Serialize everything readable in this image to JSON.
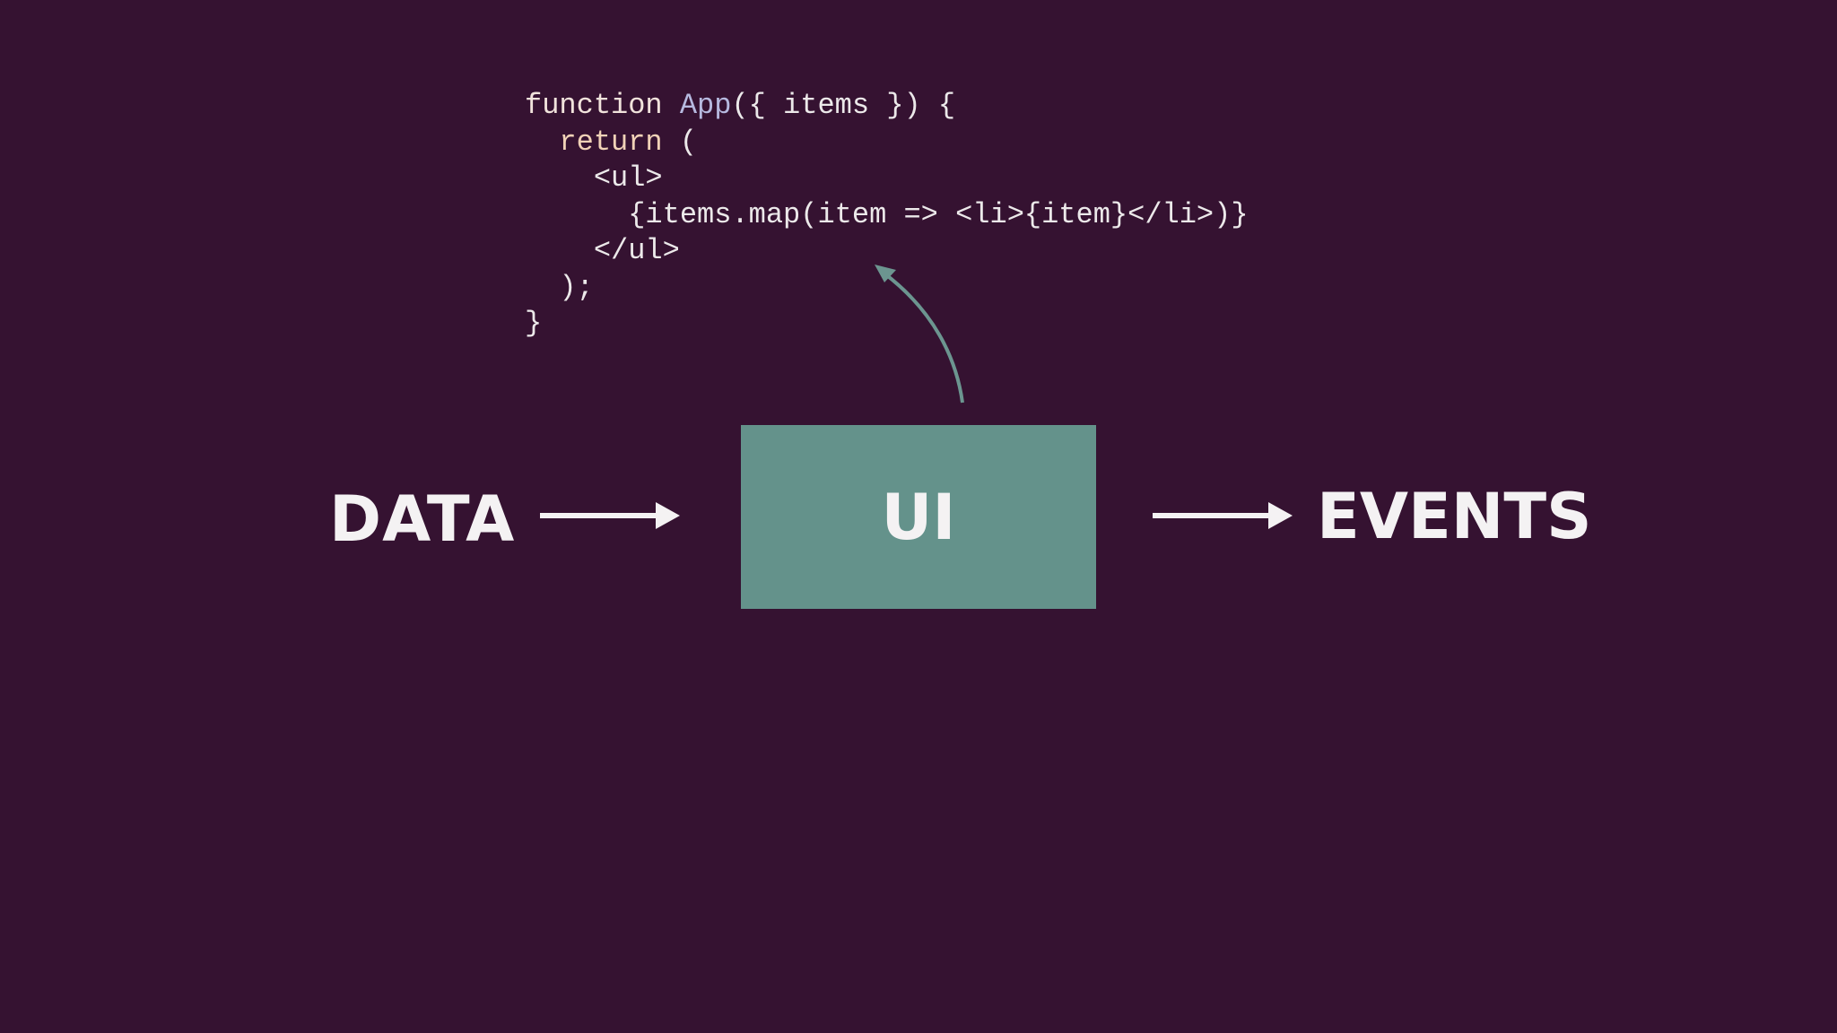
{
  "code": {
    "lines": [
      {
        "kw": "function ",
        "fn": "App",
        "rest": "({ items }) {"
      },
      {
        "indent": "  ",
        "ret": "return",
        "rest": " ("
      },
      {
        "text": "    <ul>"
      },
      {
        "text": "      {items.map(item => <li>{item}</li>)}"
      },
      {
        "text": "    </ul>"
      },
      {
        "text": "  );"
      },
      {
        "text": "}"
      }
    ]
  },
  "diagram": {
    "input_label": "DATA",
    "center_label": "UI",
    "output_label": "EVENTS"
  },
  "colors": {
    "background": "#351231",
    "ui_box": "#64928b",
    "curved_arrow": "#6c9590",
    "text": "#f4f2f3"
  }
}
